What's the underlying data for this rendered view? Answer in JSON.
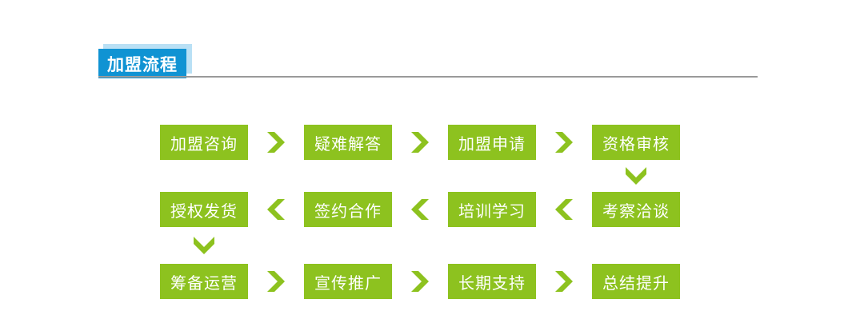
{
  "header": {
    "title": "加盟流程"
  },
  "colors": {
    "green": "#8dc21f",
    "blue": "#1093d3",
    "blue_shadow": "#b9e0f5",
    "divider": "#9a9a9a",
    "text": "#ffffff"
  },
  "icons": {
    "right": "chevron-right",
    "left": "chevron-left",
    "down": "chevron-down"
  },
  "flow": {
    "rows": [
      {
        "direction": "right",
        "steps": [
          "加盟咨询",
          "疑难解答",
          "加盟申请",
          "资格审核"
        ]
      },
      {
        "direction": "left",
        "steps": [
          "授权发货",
          "签约合作",
          "培训学习",
          "考察洽谈"
        ]
      },
      {
        "direction": "right",
        "steps": [
          "筹备运营",
          "宣传推广",
          "长期支持",
          "总结提升"
        ]
      }
    ],
    "down_connectors": [
      {
        "from": "资格审核",
        "to": "考察洽谈"
      },
      {
        "from": "授权发货",
        "to": "筹备运营"
      }
    ]
  }
}
